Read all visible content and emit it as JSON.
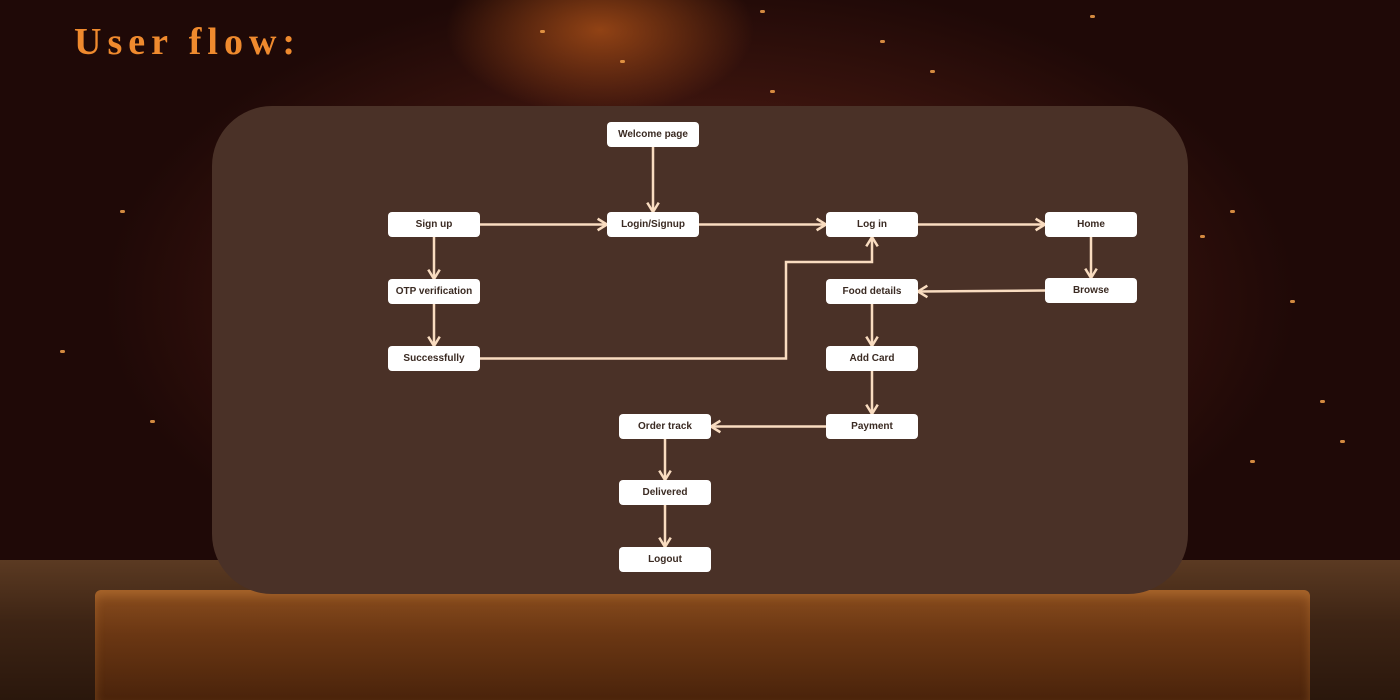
{
  "title": "User flow:",
  "colors": {
    "title": "#ef8a2e",
    "panel": "#4a3127",
    "node": "#ffffff",
    "node_text": "#3a2a22",
    "edge": "#f9dcc0"
  },
  "diagram": {
    "nodes": [
      {
        "id": "welcome",
        "label": "Welcome page"
      },
      {
        "id": "signup",
        "label": "Sign up"
      },
      {
        "id": "loginsignup",
        "label": "Login/Signup"
      },
      {
        "id": "login",
        "label": "Log in"
      },
      {
        "id": "home",
        "label": "Home"
      },
      {
        "id": "otp",
        "label": "OTP verification"
      },
      {
        "id": "success",
        "label": "Successfully"
      },
      {
        "id": "browse",
        "label": "Browse"
      },
      {
        "id": "fooddetails",
        "label": "Food details"
      },
      {
        "id": "addcard",
        "label": "Add Card"
      },
      {
        "id": "payment",
        "label": "Payment"
      },
      {
        "id": "ordertrack",
        "label": "Order track"
      },
      {
        "id": "delivered",
        "label": "Delivered"
      },
      {
        "id": "logout",
        "label": "Logout"
      }
    ],
    "edges": [
      {
        "from": "welcome",
        "to": "loginsignup"
      },
      {
        "from": "signup",
        "to": "loginsignup"
      },
      {
        "from": "loginsignup",
        "to": "login"
      },
      {
        "from": "login",
        "to": "home"
      },
      {
        "from": "signup",
        "to": "otp"
      },
      {
        "from": "otp",
        "to": "success"
      },
      {
        "from": "success",
        "to": "login"
      },
      {
        "from": "home",
        "to": "browse"
      },
      {
        "from": "browse",
        "to": "fooddetails"
      },
      {
        "from": "fooddetails",
        "to": "addcard"
      },
      {
        "from": "addcard",
        "to": "payment"
      },
      {
        "from": "payment",
        "to": "ordertrack"
      },
      {
        "from": "ordertrack",
        "to": "delivered"
      },
      {
        "from": "delivered",
        "to": "logout"
      }
    ]
  }
}
